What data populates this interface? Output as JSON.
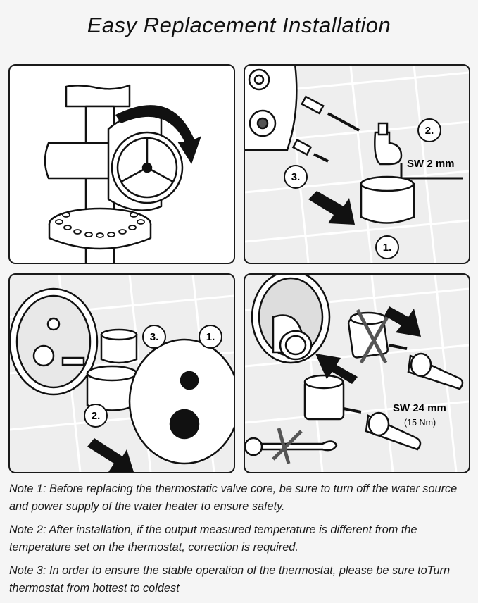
{
  "title": "Easy Replacement Installation",
  "panels": {
    "panel_2": {
      "steps": [
        "2.",
        "3.",
        "1."
      ],
      "dimension": "SW 2 mm"
    },
    "panel_3": {
      "steps": [
        "3.",
        "1.",
        "2."
      ]
    },
    "panel_4": {
      "dimension": "SW 24 mm",
      "torque": "(15 Nm)"
    }
  },
  "notes": [
    "Note 1: Before replacing the thermostatic valve core, be sure to turn off the water source and power supply of the water heater to ensure safety.",
    "Note 2: After installation, if the output measured temperature is different from the temperature set on the thermostat, correction is required.",
    "Note 3: In order to ensure the stable operation of the thermostat, please be sure toTurn thermostat from hottest to coldest"
  ]
}
